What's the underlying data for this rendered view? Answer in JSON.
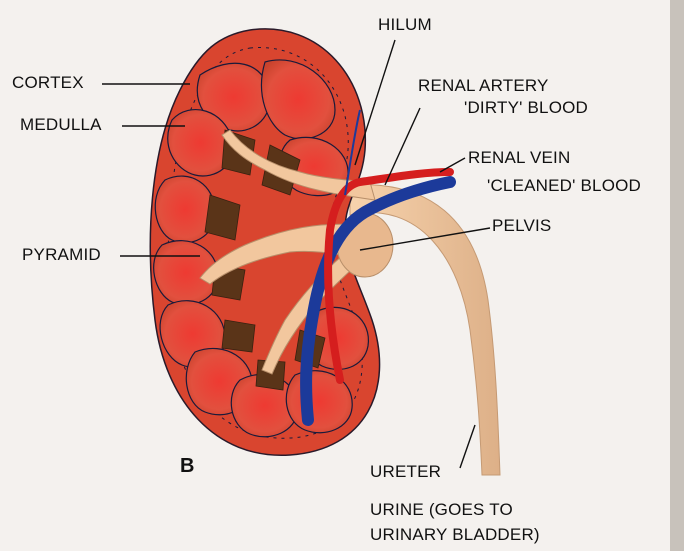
{
  "labels": {
    "hilum": "HILUM",
    "cortex": "CORTEX",
    "medulla": "MEDULLA",
    "renal_artery": "RENAL ARTERY",
    "dirty_blood": "'DIRTY' BLOOD",
    "renal_vein": "RENAL VEIN",
    "cleaned_blood": "'CLEANED' BLOOD",
    "pelvis": "PELVIS",
    "pyramid": "PYRAMID",
    "panel": "B",
    "ureter": "URETER",
    "urine_line1": "URINE (GOES TO",
    "urine_line2": "URINARY BLADDER)"
  },
  "colors": {
    "cortex": "#d9452f",
    "medulla_lobe": "#e8483a",
    "pelvis": "#f2c79e",
    "artery": "#d51e1e",
    "vein": "#1c3a9a",
    "sinus_dark": "#5a3418",
    "outline": "#1a1a3a"
  }
}
